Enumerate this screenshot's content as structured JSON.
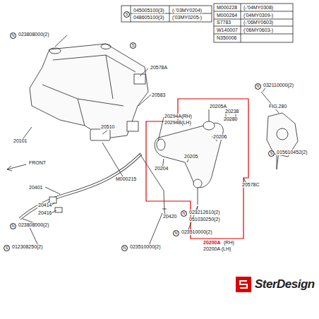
{
  "diagram": {
    "labels": [
      "S",
      "045005100(3)",
      "(-'03MY0204)",
      "048605100(3)",
      "('03MY0205-)",
      "M000228",
      "(-'04MY0308)",
      "M000264",
      "('04MY0309-)",
      "S7783",
      "(-'06MY0603)",
      "W140007",
      "('06MY0603-)",
      "N350006",
      "N",
      "023808000(2)",
      "S",
      "20578A",
      "20101",
      "20583",
      "20510",
      "M000215",
      "FRONT",
      "20401",
      "20414",
      "20416",
      "N",
      "023808000(2)",
      "S",
      "012308250(2)",
      "20420",
      "N",
      "023510000(2)",
      "20294A(RH)",
      "20294B(LH)",
      "20205A",
      "20238",
      "20280",
      "20206",
      "20204",
      "20205",
      "N",
      "023212610(2)",
      "051030250(2)",
      "N",
      "023510000(2)",
      "20578C",
      "20200A",
      "(RH)",
      "20200A (LH)",
      "FIG.280",
      "N",
      "032110000(2)",
      "S",
      "015610452(2)",
      "SterDesign"
    ]
  }
}
